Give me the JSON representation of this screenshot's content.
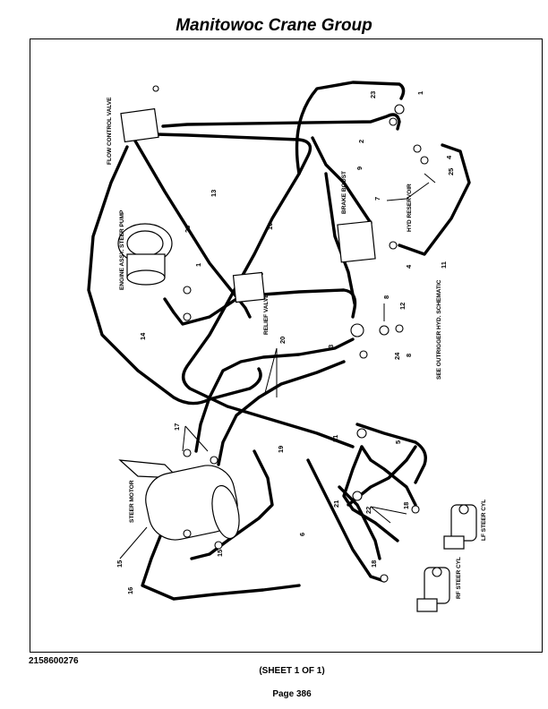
{
  "header": {
    "title": "Manitowoc Crane Group"
  },
  "footer": {
    "doc_number": "2158600276",
    "sheet": "(SHEET 1 OF 1)",
    "page": "Page 386"
  },
  "components": {
    "flow_control_valve": "FLOW CONTROL VALVE",
    "engine_steer_pump": "ENGINE ASSY. STEER PUMP",
    "relief_valve": "RELIEF VALVE",
    "brake_boost": "BRAKE BOOST",
    "hyd_reservoir": "HYD RESERVOIR",
    "outrigger_note": "SEE OUTRIGGER HYD. SCHEMATIC",
    "steer_motor": "STEER MOTOR",
    "lf_steer_cyl": "LF STEER CYL",
    "rf_steer_cyl": "RF STEER CYL"
  },
  "callouts": [
    "1",
    "2",
    "3",
    "4",
    "5",
    "6",
    "7",
    "8",
    "9",
    "10",
    "11",
    "12",
    "13",
    "14",
    "15",
    "16",
    "17",
    "18",
    "19",
    "20",
    "21",
    "22",
    "23",
    "24",
    "25"
  ]
}
